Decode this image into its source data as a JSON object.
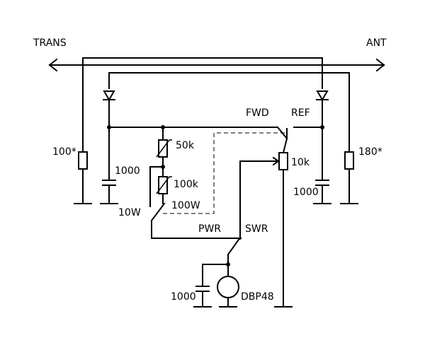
{
  "labels": {
    "trans": "TRANS",
    "ant": "ANT",
    "fwd": "FWD",
    "ref": "REF",
    "r_left": "100*",
    "r_right": "180*",
    "c_left": "1000",
    "c_right": "1000",
    "c_meter": "1000",
    "pot_50k": "50k",
    "pot_100k": "100k",
    "pot_10k": "10k",
    "range_10w": "10W",
    "range_100w": "100W",
    "pwr": "PWR",
    "swr": "SWR",
    "meter": "DBP48"
  }
}
